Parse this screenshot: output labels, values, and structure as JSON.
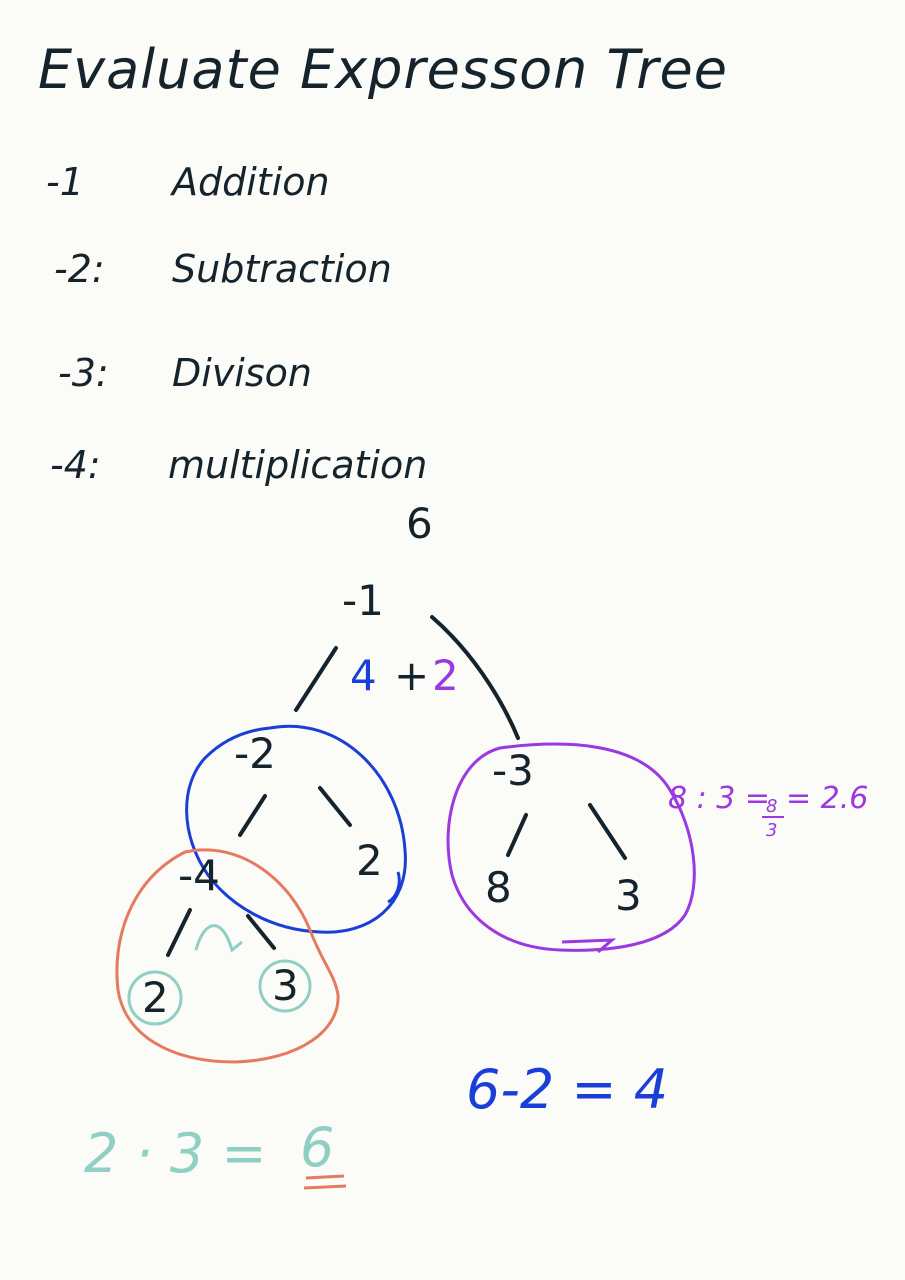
{
  "title": "Evaluate Expresson Tree",
  "legend": [
    {
      "code": "-1",
      "label": "Addition"
    },
    {
      "code": "-2:",
      "label": "Subtraction"
    },
    {
      "code": "-3:",
      "label": "Divison"
    },
    {
      "code": "-4:",
      "label": "multiplication"
    }
  ],
  "tree": {
    "root_result": "6",
    "root_op": "-1",
    "root_sum": [
      "4",
      "+",
      "2"
    ],
    "left_op": "-2",
    "left_right_leaf": "2",
    "left_left_op": "-4",
    "leaf_a": "2",
    "leaf_b": "3",
    "right_op": "-3",
    "right_left_leaf": "8",
    "right_right_leaf": "3"
  },
  "annotations": {
    "division_calc": "8 : 3 =",
    "division_frac_num": "8",
    "division_frac_den": "3",
    "division_result": "= 2.6",
    "subtraction_calc": "6-2 = 4",
    "multiplication_calc": "2 · 3 =",
    "multiplication_result": "6"
  },
  "colors": {
    "ink": "#14232c",
    "blue": "#1a3fd6",
    "purple": "#9b38e0",
    "teal": "#8fcfc4",
    "orange": "#e57a5f"
  }
}
